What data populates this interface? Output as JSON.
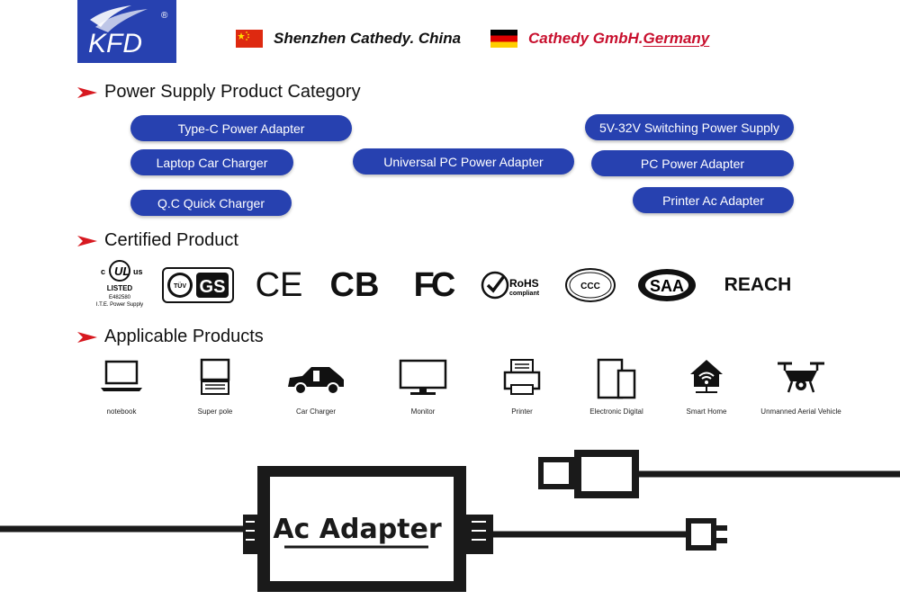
{
  "brand": {
    "logo_text": "KFD",
    "registered": "®",
    "color": "#2741b0"
  },
  "companies": [
    {
      "name": "Shenzhen Cathedy. China",
      "flag": "china-flag"
    },
    {
      "name_prefix": "Cathedy GmbH. ",
      "name_underlined": "Germany",
      "flag": "germany-flag",
      "color": "#c8102e"
    }
  ],
  "sections": {
    "category_title": "Power Supply Product Category",
    "certified_title": "Certified Product",
    "applicable_title": "Applicable Products"
  },
  "categories": [
    "Type-C Power Adapter",
    "Laptop Car Charger",
    "Q.C Quick Charger",
    "Universal PC Power Adapter",
    "5V-32V Switching Power Supply",
    "PC Power Adapter",
    "Printer Ac Adapter"
  ],
  "certifications": {
    "ul": {
      "c": "c",
      "us": "us",
      "listed": "LISTED",
      "file": "E482580",
      "desc": "I.T.E. Power Supply"
    },
    "tuv_gs": {
      "tuv": "TÜV",
      "gs": "GS"
    },
    "ce": "CE",
    "cb": "CB",
    "fcc": "FC",
    "rohs": {
      "name": "RoHS",
      "sub": "compliant"
    },
    "ccc": "CCC",
    "saa": "SAA",
    "reach": "REACH"
  },
  "applicable": [
    {
      "label": "notebook",
      "icon": "notebook-icon"
    },
    {
      "label": "Super pole",
      "icon": "tablet-keyboard-icon"
    },
    {
      "label": "Car Charger",
      "icon": "electric-car-icon"
    },
    {
      "label": "Monitor",
      "icon": "monitor-icon"
    },
    {
      "label": "Printer",
      "icon": "printer-icon"
    },
    {
      "label": "Electronic Digital",
      "icon": "tablet-phone-icon"
    },
    {
      "label": "Smart Home",
      "icon": "smart-home-icon"
    },
    {
      "label": "Unmanned Aerial Vehicle",
      "icon": "drone-icon"
    }
  ],
  "illustration": {
    "label": "Ac Adapter"
  },
  "colors": {
    "pill": "#2741b0",
    "accent_red": "#d71920",
    "dark": "#1a1a1a"
  }
}
